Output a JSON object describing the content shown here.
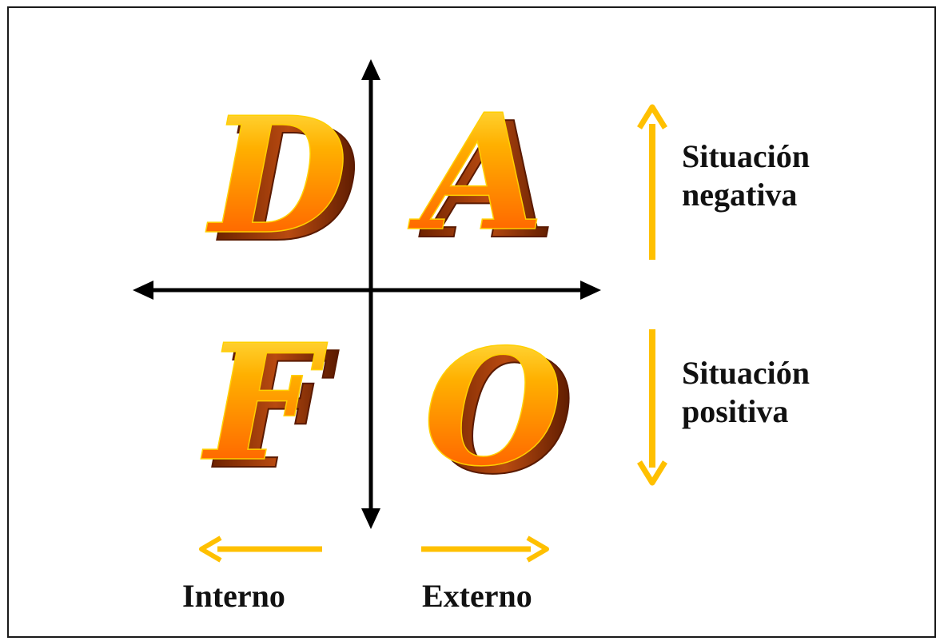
{
  "letters": {
    "top_left": "D",
    "top_right": "A",
    "bottom_left": "F",
    "bottom_right": "O"
  },
  "labels": {
    "negative_line1": "Situación",
    "negative_line2": "negativa",
    "positive_line1": "Situación",
    "positive_line2": "positiva",
    "internal": "Interno",
    "external": "Externo"
  },
  "colors": {
    "axis": "#000000",
    "indicator_arrow": "#FFC000",
    "letter_face_light": "#FFE640",
    "letter_face_dark": "#FF5A00",
    "letter_extrusion": "#8A2E00"
  }
}
